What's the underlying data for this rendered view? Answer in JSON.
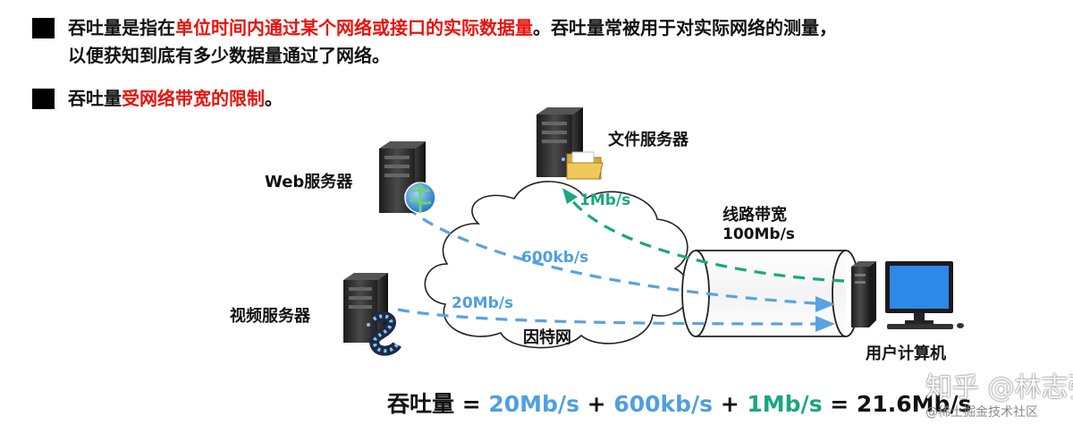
{
  "bullets": {
    "b1": {
      "p1": "吞吐量是指在",
      "p2": "单位时间内通过某个网络或接口的实际数据量",
      "p3": "。吞吐量常被用于对实际网络的测量，",
      "line2": "以便获知到底有多少数据量通过了网络。"
    },
    "b2": {
      "p1": "吞吐量",
      "p2": "受网络带宽的限制",
      "p3": "。"
    }
  },
  "diagram": {
    "web_server_label": "Web服务器",
    "file_server_label": "文件服务器",
    "video_server_label": "视频服务器",
    "internet_label": "因特网",
    "bandwidth_label": "线路带宽",
    "bandwidth_value": "100Mb/s",
    "user_label": "用户计算机",
    "rate_web": "600kb/s",
    "rate_video": "20Mb/s",
    "rate_file": "1Mb/s"
  },
  "formula": {
    "prefix": "吞吐量",
    "eq": " = ",
    "v1": "20Mb/s",
    "plus1": " + ",
    "v2": "600kb/s",
    "plus2": " + ",
    "v3": "1Mb/s",
    "result": " = 21.6Mb/s"
  },
  "watermark": {
    "main": "知乎 @林志强",
    "sub": "@稀土掘金技术社区"
  },
  "colors": {
    "red": "#e8120c",
    "blue": "#4f9fe0",
    "green": "#1aa781"
  }
}
